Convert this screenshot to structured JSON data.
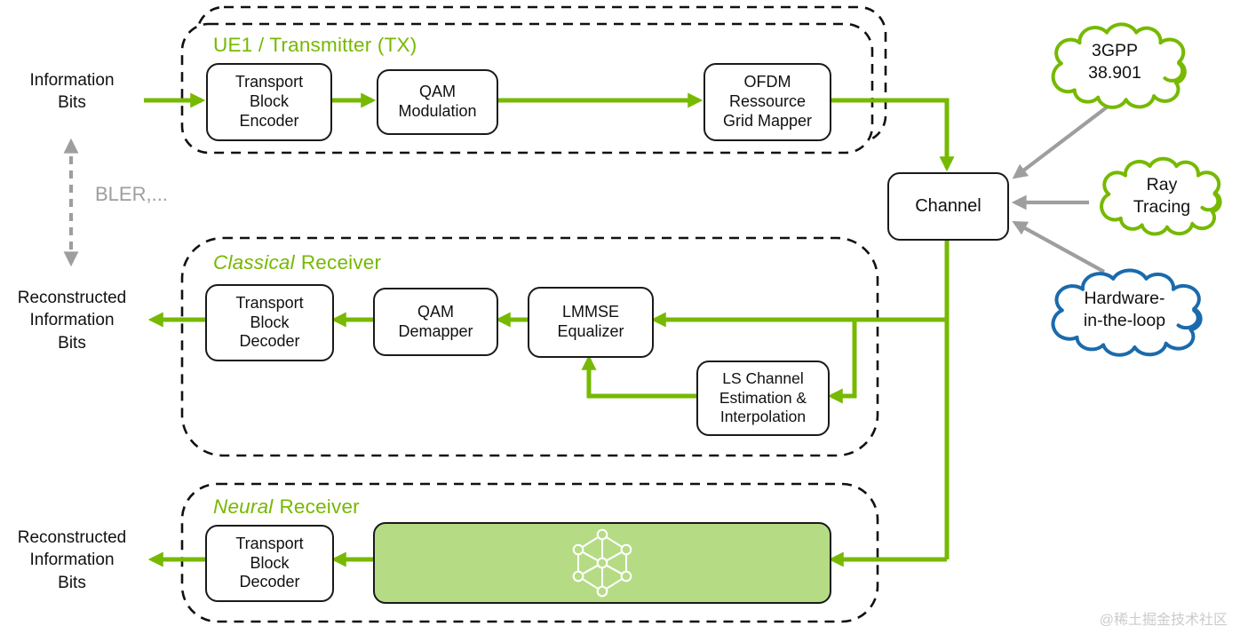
{
  "colors": {
    "green": "#76b900",
    "light_green": "#b5db84",
    "blue": "#1a6aad",
    "gray": "#9e9e9e",
    "box_border": "#1a1a1a"
  },
  "labels": {
    "information_bits": "Information\nBits",
    "bler": "BLER,...",
    "reconstructed_bits_classical": "Reconstructed\nInformation\nBits",
    "reconstructed_bits_neural": "Reconstructed\nInformation\nBits"
  },
  "transmitter": {
    "title": "UE1 / Transmitter (TX)",
    "transport_block_encoder": "Transport\nBlock\nEncoder",
    "qam_modulation": "QAM\nModulation",
    "ofdm_mapper": "OFDM\nRessource\nGrid Mapper"
  },
  "channel": {
    "label": "Channel"
  },
  "clouds": {
    "gpp": "3GPP\n38.901",
    "ray_tracing": "Ray\nTracing",
    "hardware_in_the_loop": "Hardware-\nin-the-loop"
  },
  "classical_receiver": {
    "title_italic": "Classical",
    "title_rest": "Receiver",
    "transport_block_decoder": "Transport\nBlock\nDecoder",
    "qam_demapper": "QAM\nDemapper",
    "lmmse_equalizer": "LMMSE\nEqualizer",
    "ls_channel_estimation": "LS Channel\nEstimation &\nInterpolation"
  },
  "neural_receiver": {
    "title_italic": "Neural",
    "title_rest": "Receiver",
    "transport_block_decoder": "Transport\nBlock\nDecoder",
    "nn_icon": "neural-network-icon"
  },
  "watermark": "@稀土掘金技术社区"
}
